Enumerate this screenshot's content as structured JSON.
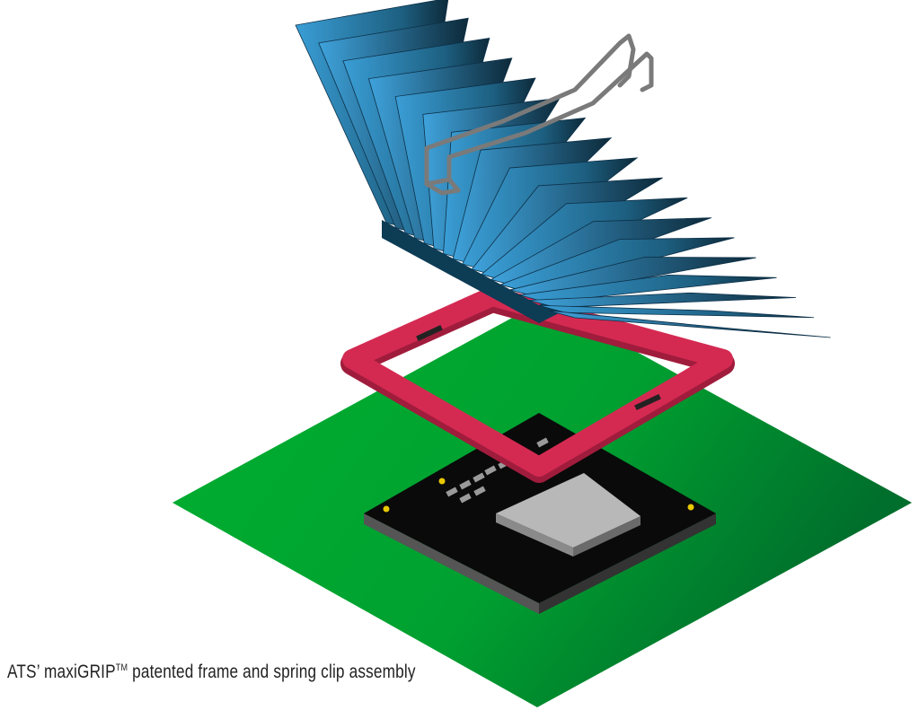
{
  "caption": {
    "prefix": "ATS’ maxiGRIP",
    "trademark": "TM",
    "suffix": " patented frame and spring clip assembly"
  },
  "colors": {
    "pcb": "#00a832",
    "pcb_dark": "#007a30",
    "package": "#0a0a0a",
    "die": "#b8b8b8",
    "frame": "#d42a52",
    "heatsink_light": "#3fa3dc",
    "heatsink_dark": "#0d2a3a",
    "clip": "#808080",
    "pad": "#e8c800"
  }
}
